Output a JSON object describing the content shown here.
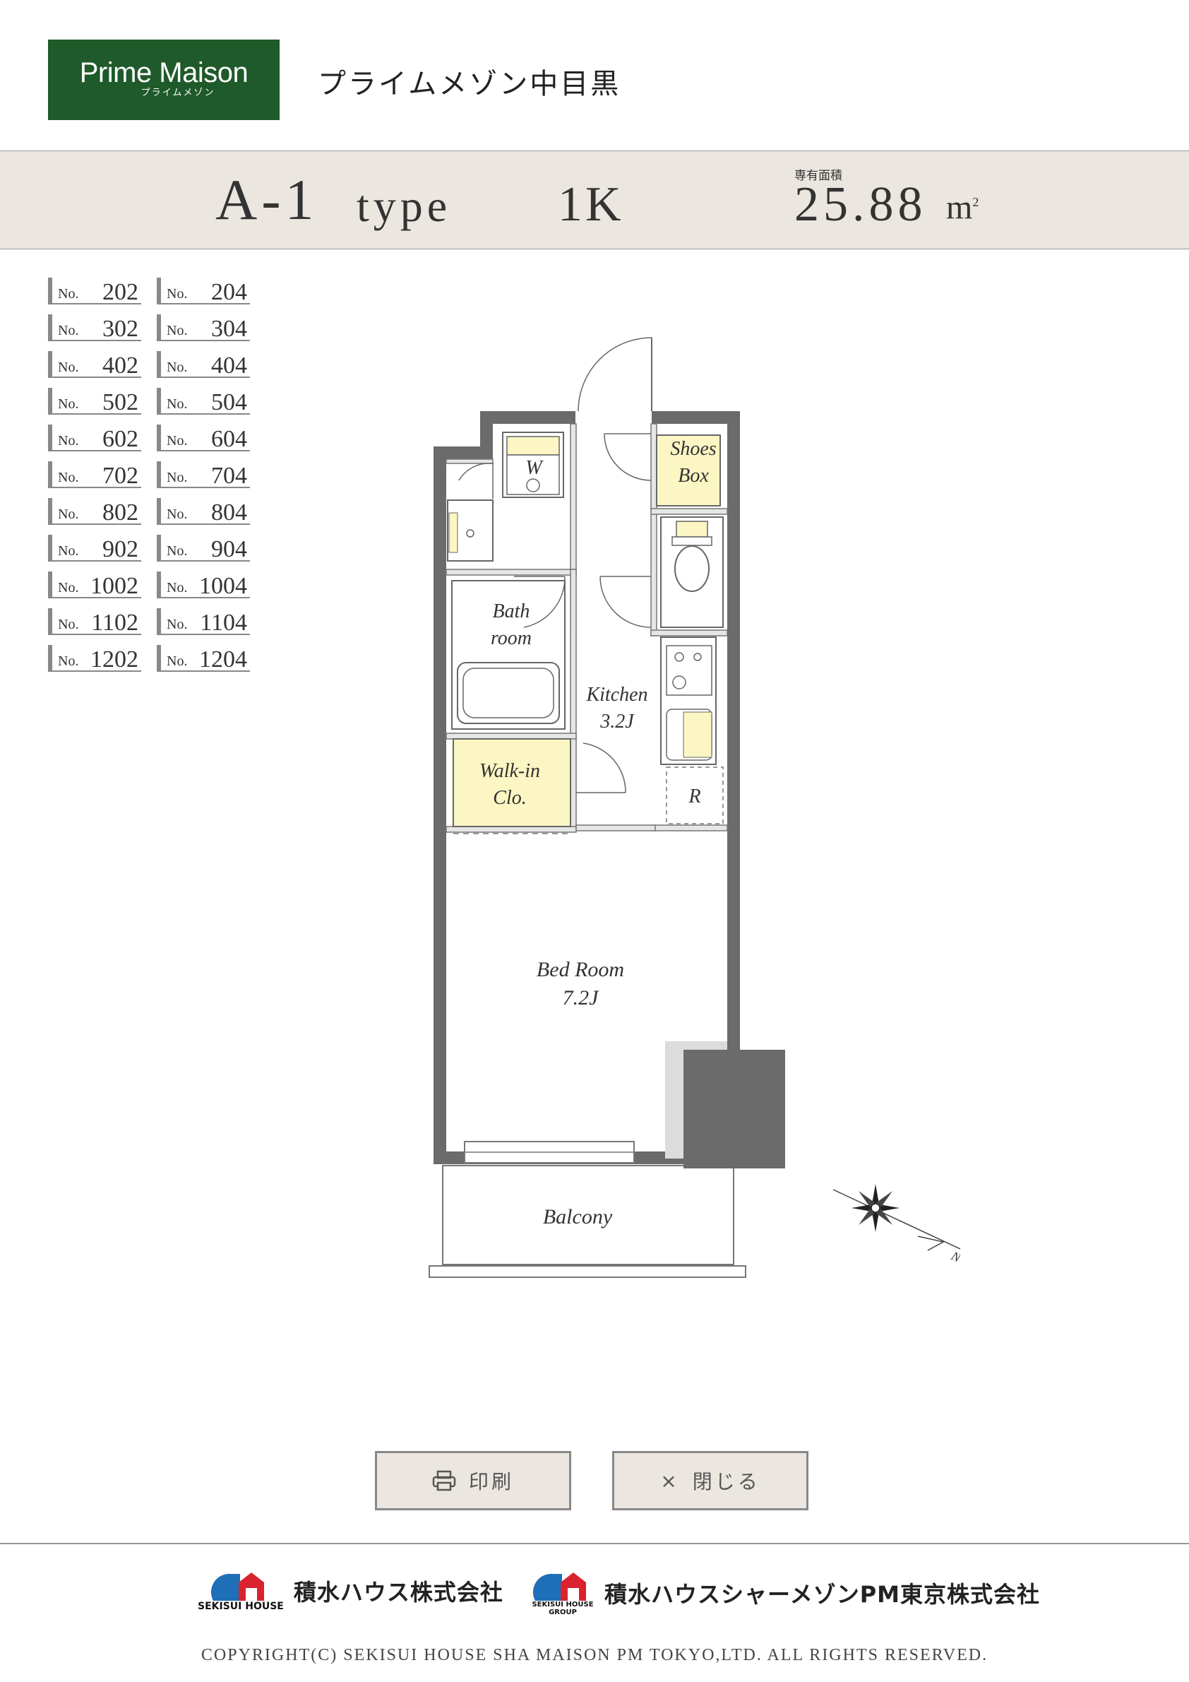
{
  "brand": {
    "logo_main": "Prime Maison",
    "logo_sub": "プライムメゾン"
  },
  "property_name": "プライムメゾン中目黒",
  "type_band": {
    "type_id": "A-1",
    "type_word": "type",
    "layout": "1K",
    "area_label": "専有面積",
    "area_value": "25.88",
    "area_unit": "m",
    "area_unit_sup": "2"
  },
  "rooms": [
    {
      "no": "No.",
      "num": "202"
    },
    {
      "no": "No.",
      "num": "204"
    },
    {
      "no": "No.",
      "num": "302"
    },
    {
      "no": "No.",
      "num": "304"
    },
    {
      "no": "No.",
      "num": "402"
    },
    {
      "no": "No.",
      "num": "404"
    },
    {
      "no": "No.",
      "num": "502"
    },
    {
      "no": "No.",
      "num": "504"
    },
    {
      "no": "No.",
      "num": "602"
    },
    {
      "no": "No.",
      "num": "604"
    },
    {
      "no": "No.",
      "num": "702"
    },
    {
      "no": "No.",
      "num": "704"
    },
    {
      "no": "No.",
      "num": "802"
    },
    {
      "no": "No.",
      "num": "804"
    },
    {
      "no": "No.",
      "num": "902"
    },
    {
      "no": "No.",
      "num": "904"
    },
    {
      "no": "No.",
      "num": "1002"
    },
    {
      "no": "No.",
      "num": "1004"
    },
    {
      "no": "No.",
      "num": "1102"
    },
    {
      "no": "No.",
      "num": "1104"
    },
    {
      "no": "No.",
      "num": "1202"
    },
    {
      "no": "No.",
      "num": "1204"
    }
  ],
  "plan": {
    "labels": {
      "washer": "W",
      "shoes1": "Shoes",
      "shoes2": "Box",
      "bath1": "Bath",
      "bath2": "room",
      "kitchen1": "Kitchen",
      "kitchen2": "3.2J",
      "walkin1": "Walk-in",
      "walkin2": "Clo.",
      "fridge": "R",
      "bed1": "Bed Room",
      "bed2": "7.2J",
      "balcony": "Balcony",
      "north": "N"
    },
    "colors": {
      "wall": "#666666",
      "fixture": "#fbf6c3",
      "line": "#666666"
    }
  },
  "buttons": {
    "print_label": "印刷",
    "close_label": "閉じる",
    "close_glyph": "×"
  },
  "footer": {
    "corp1_tag": "SEKISUI HOUSE",
    "corp1_name": "積水ハウス株式会社",
    "corp2_tag1": "SEKISUI HOUSE",
    "corp2_tag2": "GROUP",
    "corp2_name": "積水ハウスシャーメゾンPM東京株式会社",
    "copyright": "COPYRIGHT(C) SEKISUI HOUSE SHA MAISON PM TOKYO,LTD. ALL RIGHTS RESERVED."
  },
  "colors": {
    "brand_green": "#1f5a2a",
    "band_bg": "#ebe6df",
    "logo_blue": "#1e6fb8",
    "logo_red": "#d9232e"
  }
}
